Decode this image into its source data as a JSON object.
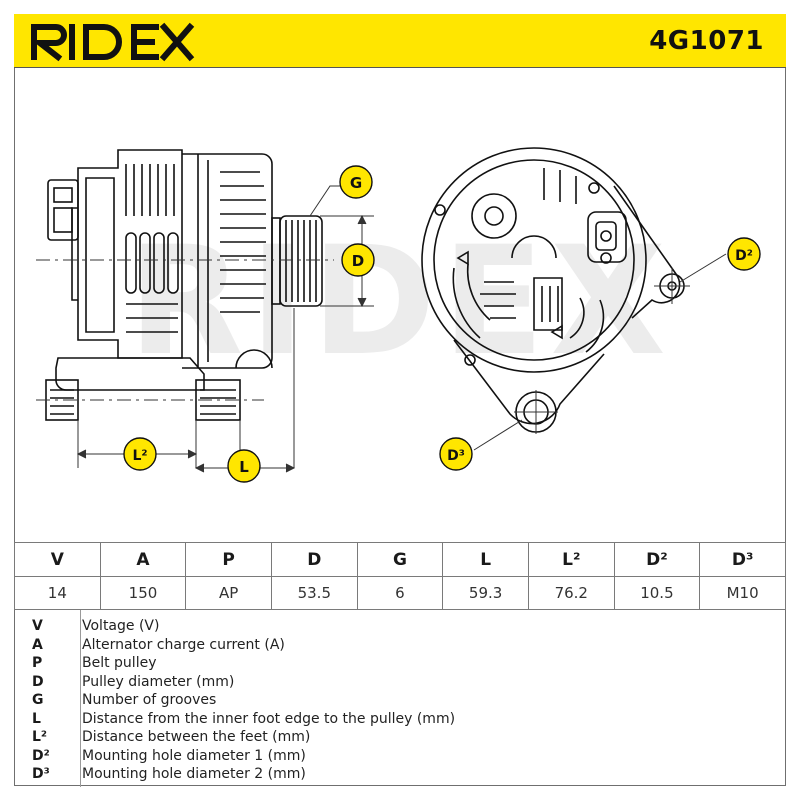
{
  "header": {
    "brand": "RIDEX",
    "part_number": "4G1071",
    "brand_color": "#ffe600"
  },
  "drawing": {
    "watermark": "RIDEX",
    "callouts": {
      "g": "G",
      "d": "D",
      "d2": "D²",
      "d3": "D³",
      "l2": "L²",
      "l": "L"
    }
  },
  "spec_table": {
    "headers": [
      "V",
      "A",
      "P",
      "D",
      "G",
      "L",
      "L²",
      "D²",
      "D³"
    ],
    "values": [
      "14",
      "150",
      "AP",
      "53.5",
      "6",
      "59.3",
      "76.2",
      "10.5",
      "M10"
    ]
  },
  "legend": [
    {
      "symbol": "V",
      "description": "Voltage (V)"
    },
    {
      "symbol": "A",
      "description": "Alternator charge current (A)"
    },
    {
      "symbol": "P",
      "description": "Belt pulley"
    },
    {
      "symbol": "D",
      "description": "Pulley diameter (mm)"
    },
    {
      "symbol": "G",
      "description": "Number of grooves"
    },
    {
      "symbol": "L",
      "description": "Distance from the inner foot edge to the pulley (mm)"
    },
    {
      "symbol": "L²",
      "description": "Distance between the feet (mm)"
    },
    {
      "symbol": "D²",
      "description": "Mounting hole diameter 1 (mm)"
    },
    {
      "symbol": "D³",
      "description": "Mounting hole diameter 2 (mm)"
    }
  ]
}
